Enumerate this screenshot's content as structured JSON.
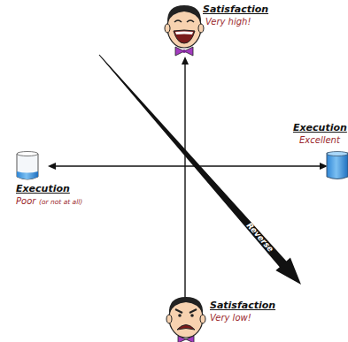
{
  "diagram": {
    "labels": [
      "Satisfaction",
      "Very high!",
      "Execution",
      "Excellent",
      "Execution",
      "Poor",
      "(or not at all)",
      "Satisfaction",
      "Very low!",
      "Reverse"
    ]
  }
}
